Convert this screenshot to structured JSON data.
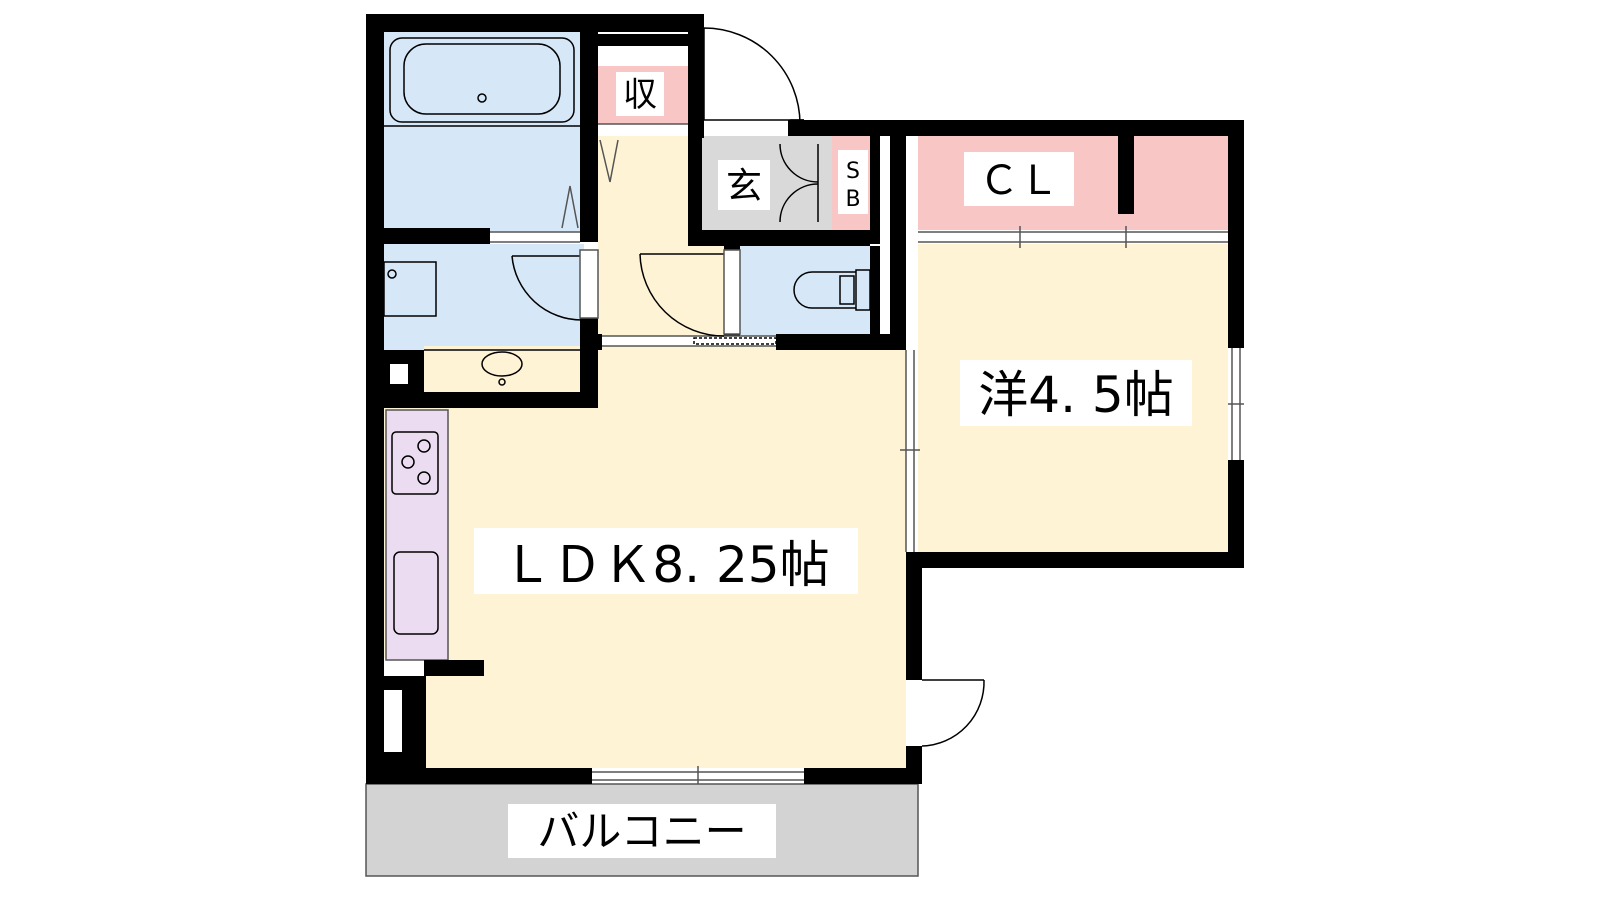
{
  "colors": {
    "wall": "#000000",
    "bath_blue": "#d6e8f8",
    "floor_cream": "#fff3d6",
    "closet_pink": "#f9c6c6",
    "kitchen_lavender": "#ecdcf2",
    "genkan_gray": "#d9d9d9",
    "balcony_gray": "#d3d3d3"
  },
  "rooms": {
    "ldk": "ＬＤＫ8. 25帖",
    "western": "洋4. 5帖",
    "closet": "ＣＬ",
    "storage": "収",
    "entrance": "玄",
    "shoebox_top": "S",
    "shoebox_bottom": "B",
    "balcony": "バルコニー"
  },
  "icons": {
    "bathtub": "bathtub-icon",
    "toilet": "toilet-icon",
    "sink": "washbasin-icon",
    "stove": "stove-icon",
    "kitchen_sink": "kitchen-sink-icon",
    "washer": "washing-machine-icon"
  }
}
